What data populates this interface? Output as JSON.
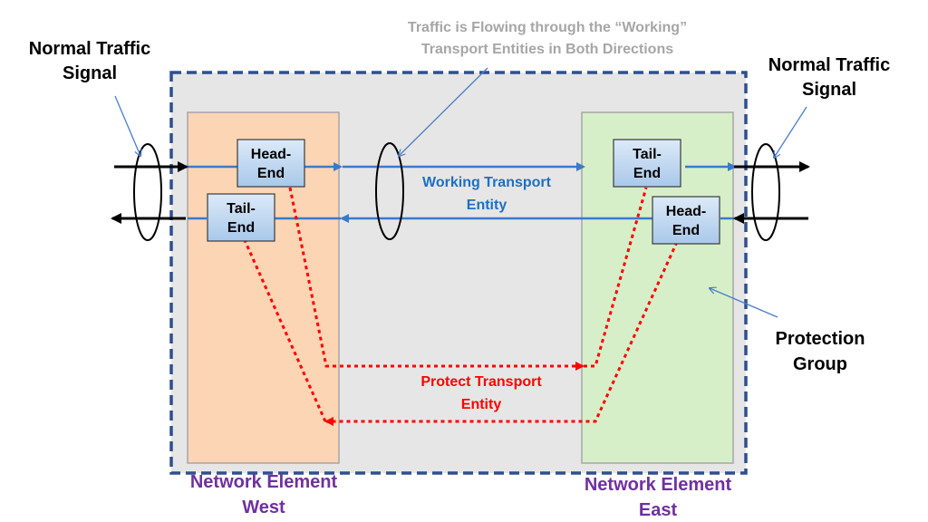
{
  "annotations": {
    "normal_traffic_left": [
      "Normal Traffic",
      "Signal"
    ],
    "normal_traffic_right": [
      "Normal Traffic",
      "Signal"
    ],
    "traffic_flow": [
      "Traffic is Flowing through the “Working”",
      "Transport Entities in Both Directions"
    ],
    "protection_group": [
      "Protection",
      "Group"
    ]
  },
  "network_elements": {
    "west": {
      "label": [
        "Network Element",
        "West"
      ]
    },
    "east": {
      "label": [
        "Network Element",
        "East"
      ]
    }
  },
  "endpoints": {
    "west_head": [
      "Head-",
      "End"
    ],
    "west_tail": [
      "Tail-",
      "End"
    ],
    "east_tail": [
      "Tail-",
      "End"
    ],
    "east_head": [
      "Head-",
      "End"
    ]
  },
  "entities": {
    "working": [
      "Working Transport",
      "Entity"
    ],
    "protect": [
      "Protect Transport",
      "Entity"
    ]
  },
  "colors": {
    "west_fill": "#FCD5B5",
    "east_fill": "#D7EFC8",
    "group_fill": "#E6E6E6",
    "group_border": "#2F4F8F",
    "working_line": "#3A7BC8",
    "working_text": "#1F6FC0",
    "protect": "#FF0000",
    "element_label": "#7030A0",
    "annotation_gray": "#A6A6A6",
    "endpoint_fill": "#BDD7EE"
  }
}
